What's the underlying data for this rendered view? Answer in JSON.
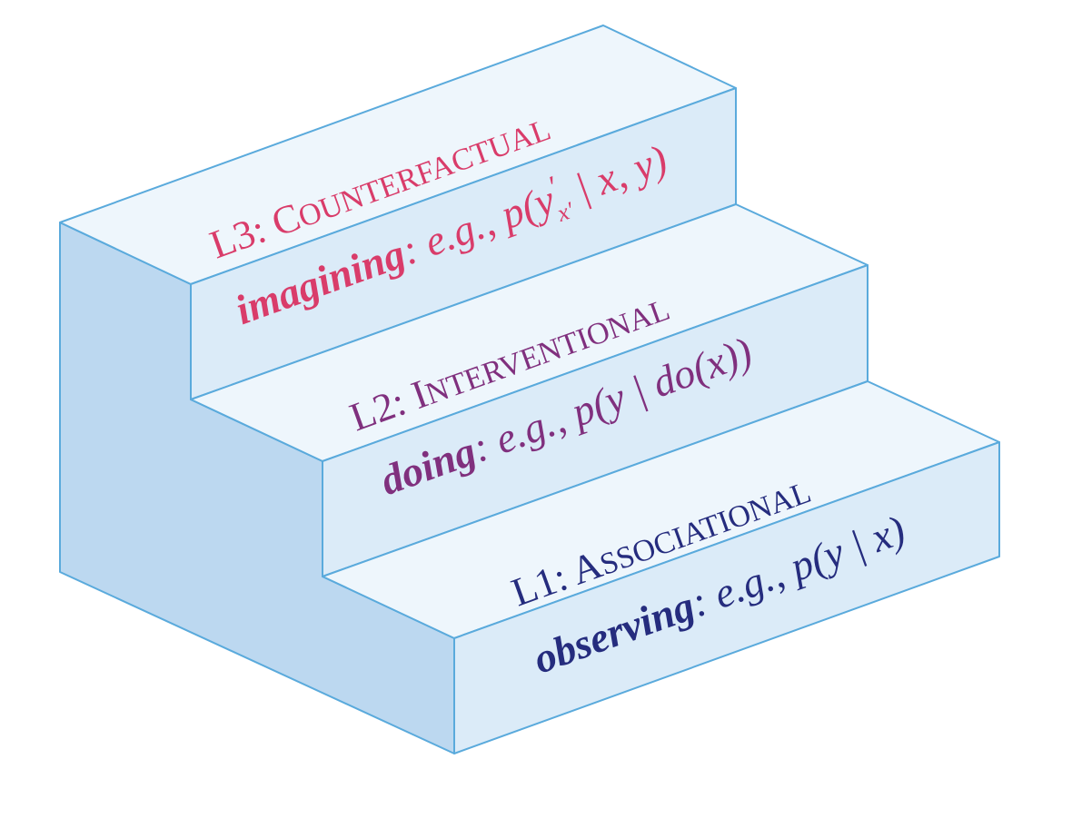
{
  "colors": {
    "top_face": "#eef6fc",
    "front_face": "#dbebf8",
    "side_face": "#bcd8f0",
    "edge": "#5aaadc",
    "level3": "#d93c6a",
    "level2": "#80307e",
    "level1": "#252c7e"
  },
  "levels": [
    {
      "id": "L3",
      "prefix": "L3: ",
      "cap_initial": "C",
      "cap_rest": "OUNTERFACTUAL",
      "verb": "imagining",
      "example_lead": ": e.g., p(y",
      "example_sup": "′",
      "example_sub": "x′",
      "example_tail": " | x, y)"
    },
    {
      "id": "L2",
      "prefix": "L2: ",
      "cap_initial": "I",
      "cap_rest": "NTERVENTIONAL",
      "verb": "doing",
      "example_lead": ": e.g., p(y | do(x))"
    },
    {
      "id": "L1",
      "prefix": "L1: ",
      "cap_initial": "A",
      "cap_rest": "SSOCIATIONAL",
      "verb": "observing",
      "example_lead": ": e.g., p(y | x)"
    }
  ]
}
